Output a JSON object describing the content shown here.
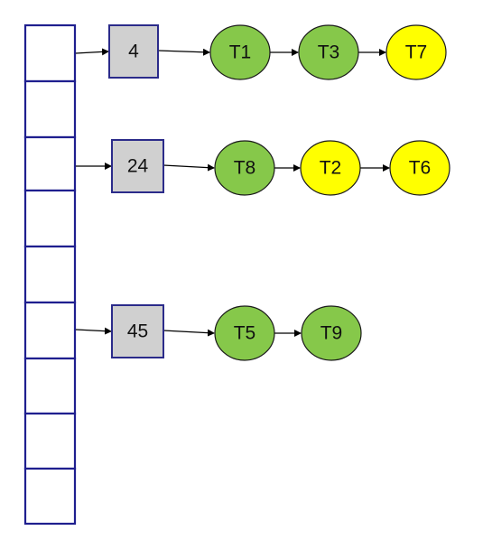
{
  "colors": {
    "table_border": "#1f1f8f",
    "key_fill": "#d0d0d0",
    "key_border": "#2b2b8a",
    "green": "#86c84a",
    "yellow": "#ffff00",
    "node_border": "#1a1a1a",
    "arrow": "#000000"
  },
  "hash_table": {
    "slot_count": 9
  },
  "chains": [
    {
      "key": "4",
      "slot_index": 0,
      "nodes": [
        {
          "label": "T1",
          "color": "green"
        },
        {
          "label": "T3",
          "color": "green"
        },
        {
          "label": "T7",
          "color": "yellow"
        }
      ]
    },
    {
      "key": "24",
      "slot_index": 2,
      "nodes": [
        {
          "label": "T8",
          "color": "green"
        },
        {
          "label": "T2",
          "color": "yellow"
        },
        {
          "label": "T6",
          "color": "yellow"
        }
      ]
    },
    {
      "key": "45",
      "slot_index": 5,
      "nodes": [
        {
          "label": "T5",
          "color": "green"
        },
        {
          "label": "T9",
          "color": "green"
        }
      ]
    }
  ]
}
